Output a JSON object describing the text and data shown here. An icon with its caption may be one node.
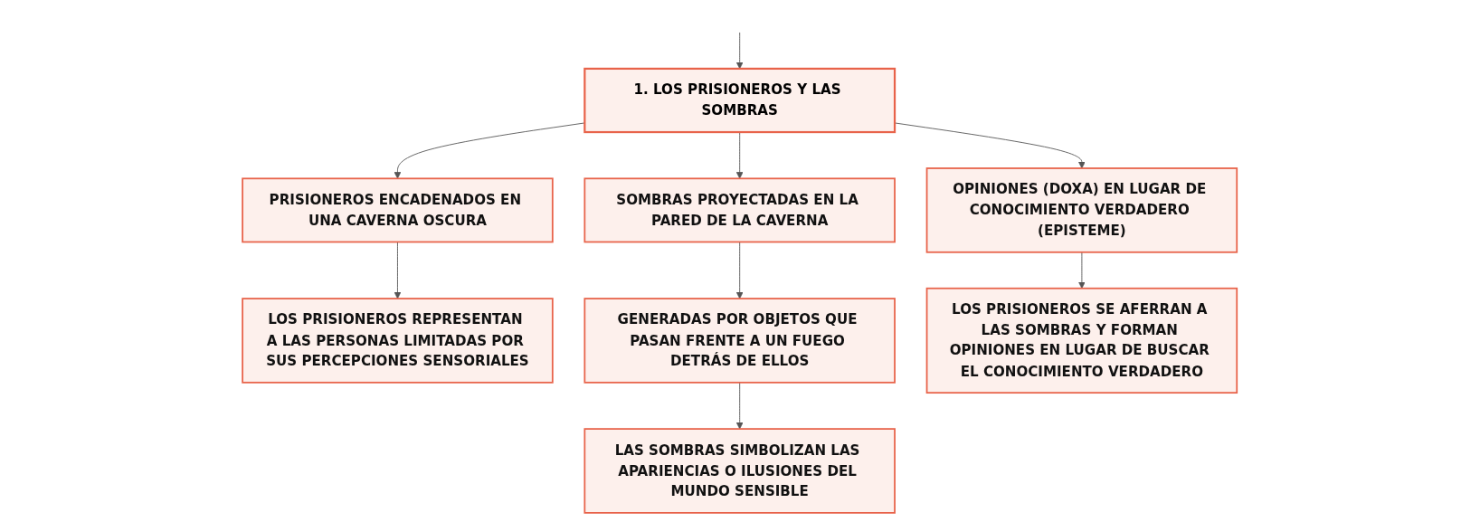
{
  "diagram": {
    "nodes": [
      {
        "text": [
          "1. LOS PRISIONEROS Y LAS SOMBRAS"
        ]
      },
      {
        "text": [
          "PRISIONEROS ENCADENADOS EN UNA CAVERNA OSCURA"
        ]
      },
      {
        "text": [
          "SOMBRAS PROYECTADAS EN LA PARED DE LA CAVERNA"
        ]
      },
      {
        "text": [
          "OPINIONES (DOXA) EN LUGAR DE CONOCIMIENTO VERDADERO (EPISTEME)"
        ]
      },
      {
        "text": [
          "LOS PRISIONEROS REPRESENTAN A LAS PERSONAS LIMITADAS POR SUS PERCEPCIONES SENSORIALES"
        ]
      },
      {
        "text": [
          "GENERADAS POR OBJETOS QUE PASAN FRENTE A UN FUEGO DETRÁS DE ELLOS"
        ]
      },
      {
        "text": [
          "LOS PRISIONEROS SE AFERRAN A LAS SOMBRAS Y FORMAN OPINIONES EN LUGAR DE BUSCAR EL CONOCIMIENTO VERDADERO"
        ]
      },
      {
        "text": [
          "LAS SOMBRAS SIMBOLIZAN LAS APARIENCIAS O ILUSIONES DEL MUNDO SENSIBLE"
        ]
      }
    ],
    "edges": [
      {
        "from": null,
        "to": 0,
        "arrow": "to"
      },
      {
        "from": 0,
        "to": 1,
        "arrow": "to"
      },
      {
        "from": 0,
        "to": 2,
        "arrow": "to"
      },
      {
        "from": 0,
        "to": 3,
        "arrow": "to"
      },
      {
        "from": 1,
        "to": 4,
        "arrow": "to"
      },
      {
        "from": 2,
        "to": 5,
        "arrow": "to"
      },
      {
        "from": 3,
        "to": 6,
        "arrow": "to"
      },
      {
        "from": 5,
        "to": 7,
        "arrow": "to"
      }
    ]
  }
}
